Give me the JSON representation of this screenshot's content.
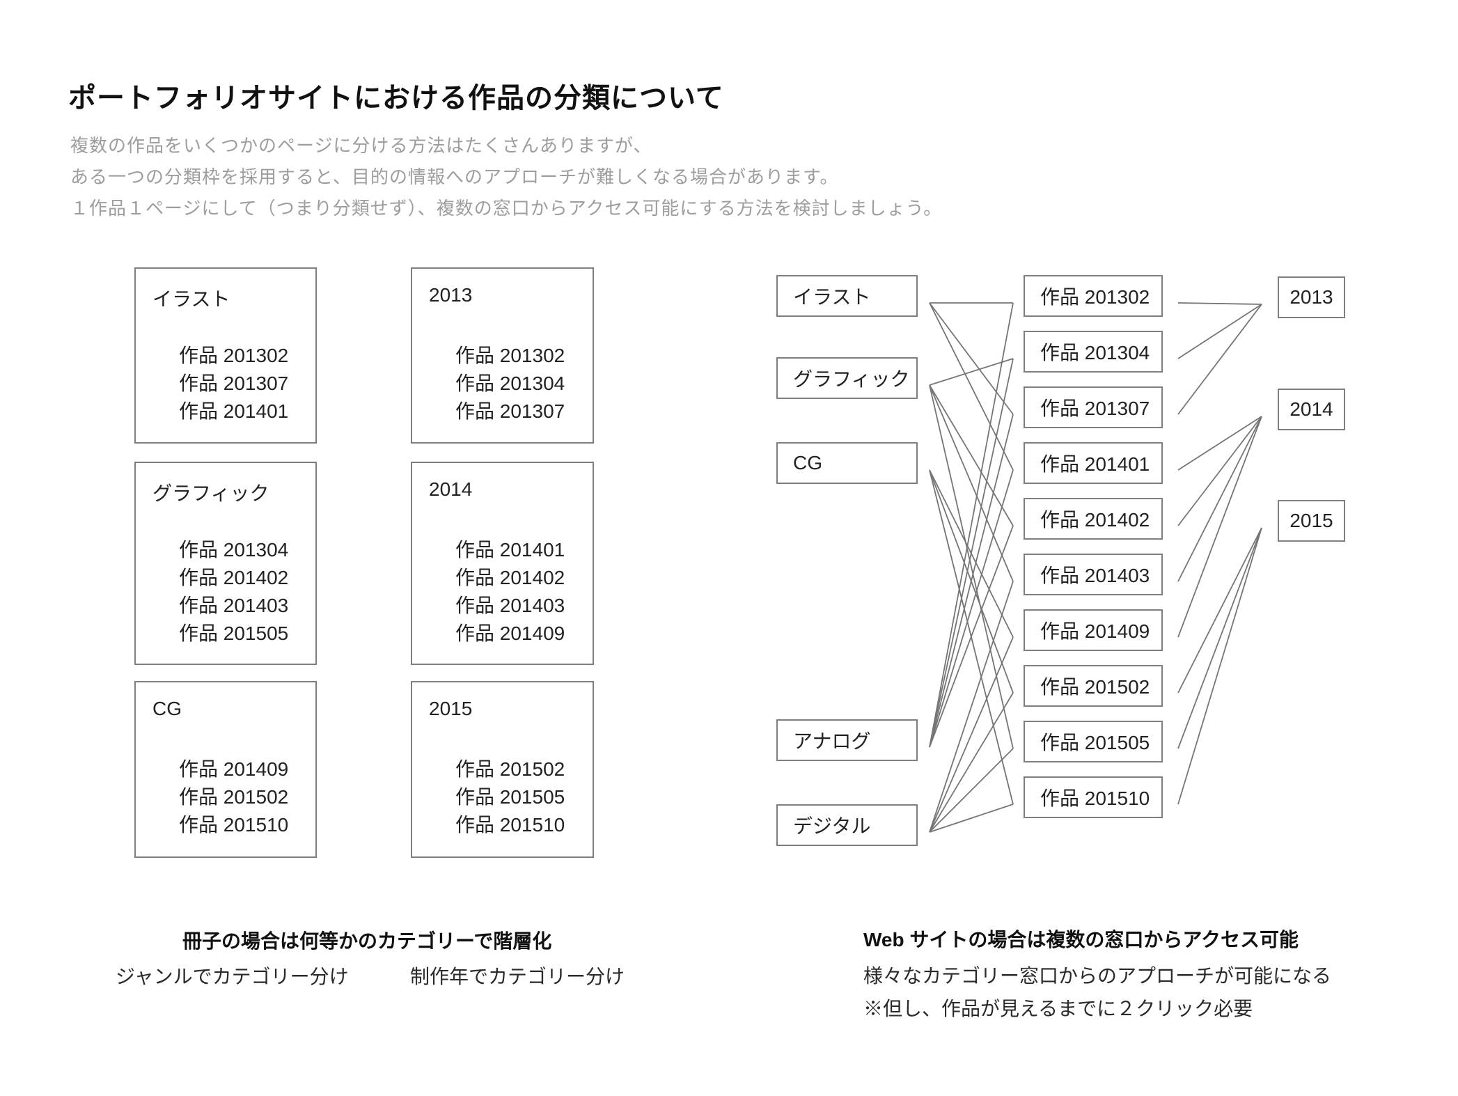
{
  "title": "ポートフォリオサイトにおける作品の分類について",
  "intro_lines": [
    "複数の作品をいくつかのページに分ける方法はたくさんありますが、",
    "ある一つの分類枠を採用すると、目的の情報へのアプローチが難しくなる場合があります。",
    "１作品１ページにして（つまり分類せず）、複数の窓口からアクセス可能にする方法を検討しましょう。"
  ],
  "left_diagram": {
    "genre_boxes": [
      {
        "title": "イラスト",
        "items": [
          "作品 201302",
          "作品 201307",
          "作品 201401"
        ]
      },
      {
        "title": "グラフィック",
        "items": [
          "作品 201304",
          "作品 201402",
          "作品 201403",
          "作品 201505"
        ]
      },
      {
        "title": "CG",
        "items": [
          "作品 201409",
          "作品 201502",
          "作品 201510"
        ]
      }
    ],
    "year_boxes": [
      {
        "title": "2013",
        "items": [
          "作品 201302",
          "作品 201304",
          "作品 201307"
        ]
      },
      {
        "title": "2014",
        "items": [
          "作品 201401",
          "作品 201402",
          "作品 201403",
          "作品 201409"
        ]
      },
      {
        "title": "2015",
        "items": [
          "作品 201502",
          "作品 201505",
          "作品 201510"
        ]
      }
    ],
    "caption_bold": "冊子の場合は何等かのカテゴリーで階層化",
    "caption_genre": "ジャンルでカテゴリー分け",
    "caption_year": "制作年でカテゴリー分け"
  },
  "right_diagram": {
    "categories": [
      "イラスト",
      "グラフィック",
      "CG",
      "アナログ",
      "デジタル"
    ],
    "works": [
      {
        "id": "201302",
        "label": "作品 201302"
      },
      {
        "id": "201304",
        "label": "作品 201304"
      },
      {
        "id": "201307",
        "label": "作品 201307"
      },
      {
        "id": "201401",
        "label": "作品 201401"
      },
      {
        "id": "201402",
        "label": "作品 201402"
      },
      {
        "id": "201403",
        "label": "作品 201403"
      },
      {
        "id": "201409",
        "label": "作品 201409"
      },
      {
        "id": "201502",
        "label": "作品 201502"
      },
      {
        "id": "201505",
        "label": "作品 201505"
      },
      {
        "id": "201510",
        "label": "作品 201510"
      }
    ],
    "years": [
      "2013",
      "2014",
      "2015"
    ],
    "category_links": {
      "イラスト": [
        "201302",
        "201307",
        "201401"
      ],
      "グラフィック": [
        "201304",
        "201402",
        "201403",
        "201505"
      ],
      "CG": [
        "201409",
        "201502",
        "201510"
      ],
      "アナログ": [
        "201302",
        "201304",
        "201307",
        "201401",
        "201402"
      ],
      "デジタル": [
        "201403",
        "201409",
        "201502",
        "201505",
        "201510"
      ]
    },
    "year_links": {
      "2013": [
        "201302",
        "201304",
        "201307"
      ],
      "2014": [
        "201401",
        "201402",
        "201403",
        "201409"
      ],
      "2015": [
        "201502",
        "201505",
        "201510"
      ]
    },
    "caption_bold": "Web サイトの場合は複数の窓口からアクセス可能",
    "caption_line1": "様々なカテゴリー窓口からのアプローチが可能になる",
    "caption_line2": "※但し、作品が見えるまでに２クリック必要"
  },
  "colors": {
    "line": "#757575",
    "border": "#7e7e7e",
    "text": "#222222",
    "muted": "#9d9d9d"
  }
}
